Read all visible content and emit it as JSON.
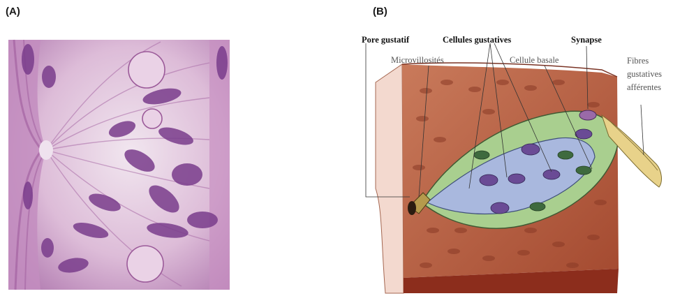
{
  "panel_a": {
    "letter": "(A)"
  },
  "panel_b": {
    "letter": "(B)",
    "labels": {
      "pore": "Pore gustatif",
      "cells": "Cellules gustatives",
      "synapse": "Synapse",
      "microvilli": "Microvillosités",
      "basal": "Cellule basale",
      "fibres_1": "Fibres",
      "fibres_2": "gustatives",
      "fibres_3": "afférentes"
    }
  },
  "colors": {
    "histology_pink": "#d9a7cf",
    "nucleus_purple": "#7a3d8c",
    "tissue_red": "#b85a3e",
    "bud_green": "#a9cf8f",
    "bud_blue": "#a9b8de",
    "fibre_yellow": "#e8d28a"
  }
}
